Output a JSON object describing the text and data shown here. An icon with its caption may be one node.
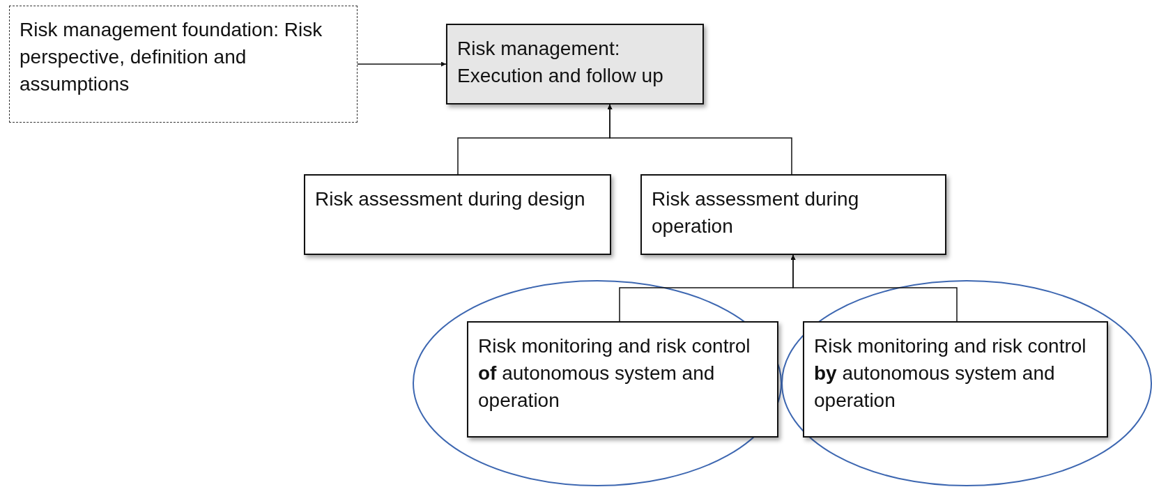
{
  "diagram": {
    "nodes": [
      {
        "text": [
          "Risk management foundation: Risk perspective, definition and assumptions"
        ]
      },
      {
        "text": [
          "Risk management: Execution and follow up"
        ]
      },
      {
        "text": [
          "Risk assessment during design"
        ]
      },
      {
        "text": [
          "Risk assessment during operation"
        ]
      },
      {
        "text": [
          "Risk monitoring and risk control **of** autonomous system and operation"
        ]
      },
      {
        "text": [
          "Risk monitoring and risk control **by** autonomous system and operation"
        ]
      }
    ],
    "edges": [
      {
        "from": 0,
        "to": 1,
        "arrow": "to"
      },
      {
        "from": 2,
        "to": 1,
        "arrow": "to"
      },
      {
        "from": 3,
        "to": 1,
        "arrow": "to"
      },
      {
        "from": 4,
        "to": 3,
        "arrow": "to"
      },
      {
        "from": 5,
        "to": 3,
        "arrow": "to"
      }
    ]
  }
}
